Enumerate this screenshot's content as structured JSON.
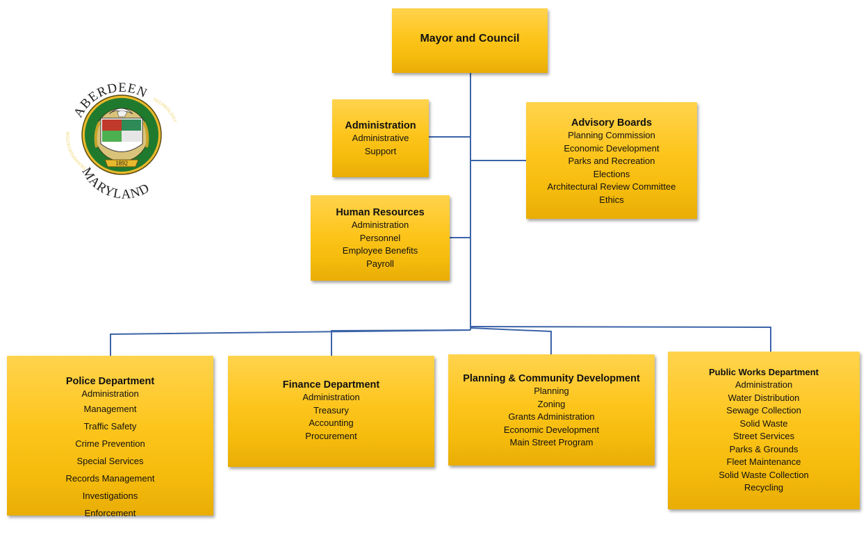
{
  "chart": {
    "mayor": {
      "title": "Mayor and Council"
    },
    "administration": {
      "title": "Administration",
      "items": [
        "Administrative",
        "Support"
      ]
    },
    "human_resources": {
      "title": "Human Resources",
      "items": [
        "Administration",
        "Personnel",
        "Employee Benefits",
        "Payroll"
      ]
    },
    "advisory_boards": {
      "title": "Advisory Boards",
      "items": [
        "Planning Commission",
        "Economic Development",
        "Parks and Recreation",
        "Elections",
        "Architectural Review Committee",
        "Ethics"
      ]
    },
    "police": {
      "title": "Police Department",
      "items": [
        "Administration",
        "Management",
        "Traffic Safety",
        "Crime Prevention",
        "Special Services",
        "Records Management",
        "Investigations",
        "Enforcement"
      ]
    },
    "finance": {
      "title": "Finance Department",
      "items": [
        "Administration",
        "Treasury",
        "Accounting",
        "Procurement"
      ]
    },
    "planning": {
      "title": "Planning & Community Development",
      "items": [
        "Planning",
        "Zoning",
        "Grants Administration",
        "Economic Development",
        "Main Street Program"
      ]
    },
    "public_works": {
      "title": "Public Works Department",
      "items": [
        "Administration",
        "Water Distribution",
        "Sewage Collection",
        "Solid Waste",
        "Street Services",
        "Parks & Grounds",
        "Fleet Maintenance",
        "Solid Waste Collection",
        "Recycling"
      ]
    }
  },
  "seal": {
    "top_text": "ABERDEEN",
    "bottom_text": "MARYLAND",
    "left_text": "TRANSPORTATION",
    "right_text": "TECHNOLOGY",
    "year": "1892",
    "icon": "city-seal-icon"
  },
  "colors": {
    "box_fill": "#fdc51c",
    "connector": "#3b63a8",
    "seal_green": "#1f7a2e",
    "seal_gold": "#e8b92c"
  }
}
